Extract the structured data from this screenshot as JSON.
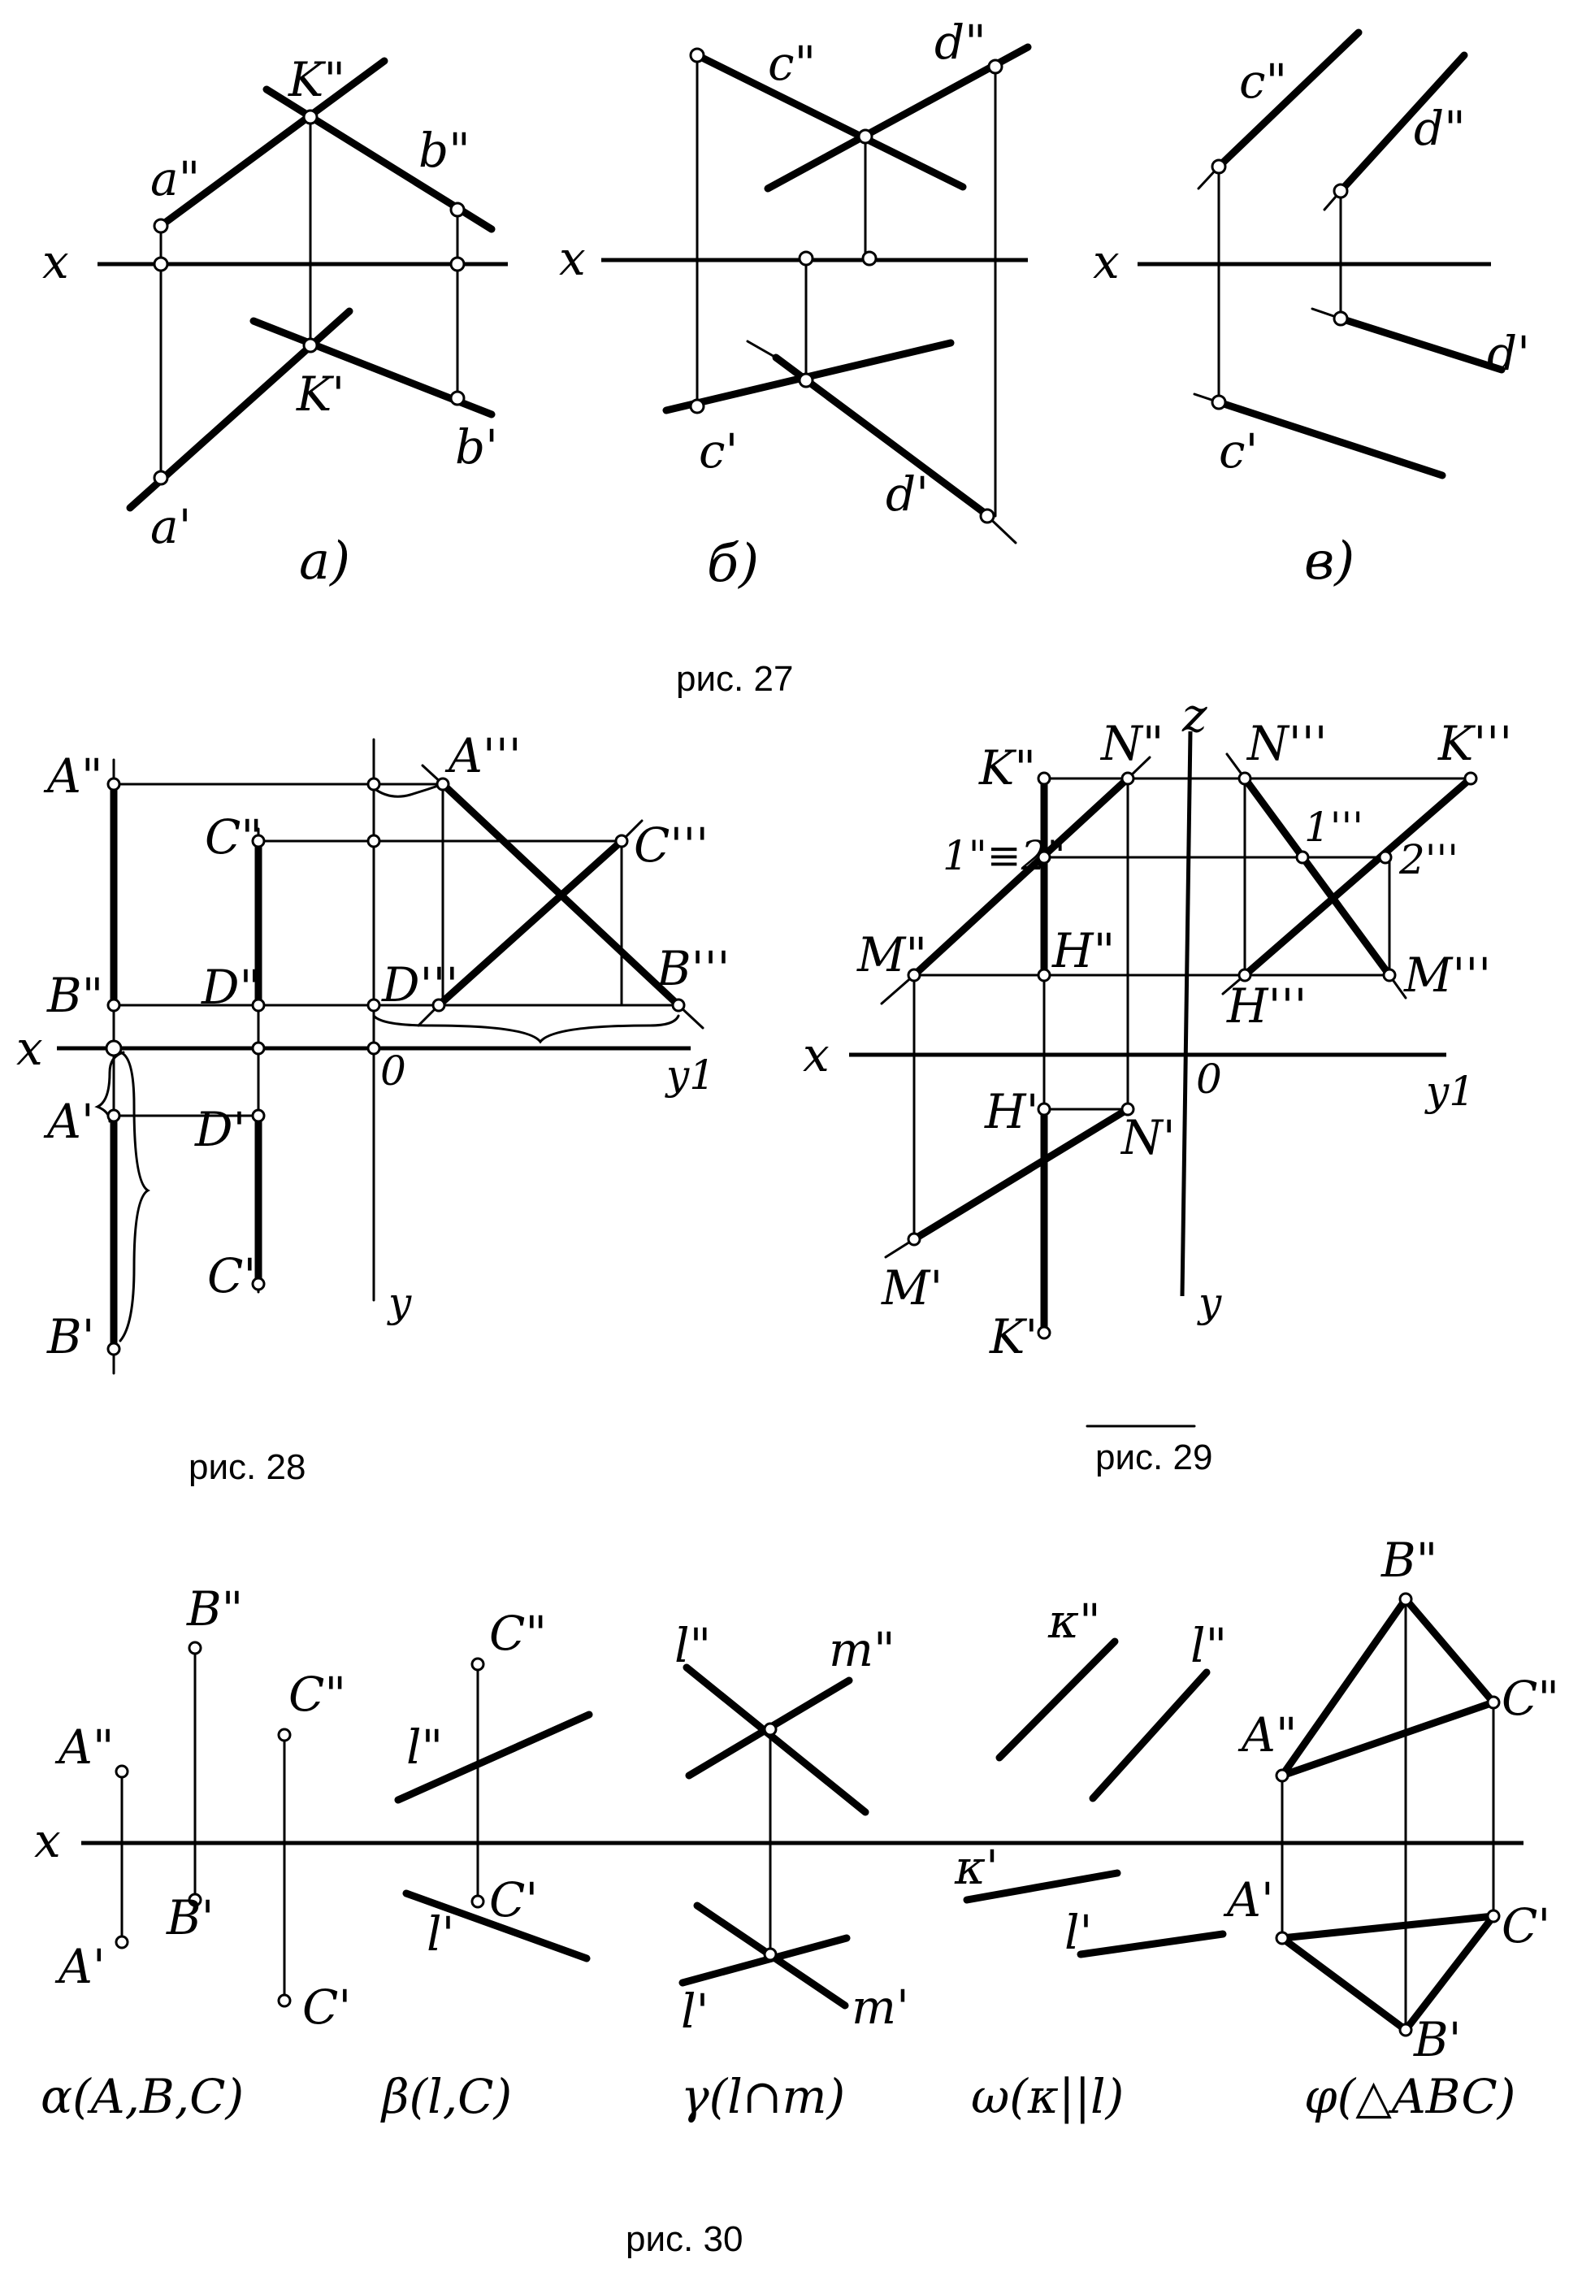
{
  "fig27": {
    "caption": "рис. 27",
    "a": {
      "sub": "а)",
      "x": "x",
      "a2": "a\"",
      "k2": "K\"",
      "b2": "b\"",
      "a1": "a'",
      "k1": "K'",
      "b1": "b'"
    },
    "b": {
      "sub": "б)",
      "x": "x",
      "c2": "c\"",
      "d2": "d\"",
      "c1": "c'",
      "d1": "d'"
    },
    "c": {
      "sub": "в)",
      "x": "x",
      "c2": "c\"",
      "d2": "d\"",
      "c1": "c'",
      "d1": "d'"
    }
  },
  "fig28": {
    "caption": "рис. 28",
    "x": "x",
    "o": "0",
    "y1": "y1",
    "y": "y",
    "A2": "A\"",
    "C2": "C\"",
    "B2": "B\"",
    "D2": "D\"",
    "A3": "A'''",
    "C3": "C'''",
    "D3": "D'''",
    "B3": "B'''",
    "A1": "A'",
    "D1": "D'",
    "C1": "C'",
    "B1": "B'"
  },
  "fig29": {
    "caption": "рис. 29",
    "x": "x",
    "o": "0",
    "y1": "y1",
    "y": "y",
    "z": "z",
    "K2": "K\"",
    "N2": "N\"",
    "p12": "1\"≡2\"",
    "M2": "M\"",
    "H2": "H\"",
    "N3": "N'''",
    "K3": "K'''",
    "p13": "1'''",
    "p23": "2'''",
    "H3": "H'''",
    "M3": "M'''",
    "H1": "H'",
    "N1": "N'",
    "M1": "M'",
    "K1": "K'"
  },
  "fig30": {
    "caption": "рис. 30",
    "x": "x",
    "alpha": {
      "A2": "A\"",
      "B2": "B\"",
      "C2": "C\"",
      "A1": "A'",
      "B1": "B'",
      "C1": "C'",
      "name": "α(A,B,C)"
    },
    "beta": {
      "C2": "C\"",
      "l2": "l\"",
      "C1": "C'",
      "l1": "l'",
      "name": "β(l,C)"
    },
    "gamma": {
      "l2": "l\"",
      "m2": "m\"",
      "l1": "l'",
      "m1": "m'",
      "name": "γ(l∩m)"
    },
    "omega": {
      "k2": "κ\"",
      "l2": "l\"",
      "k1": "κ'",
      "l1": "l'",
      "name": "ω(κ||l)"
    },
    "phi": {
      "B2": "B\"",
      "A2": "A\"",
      "C2": "C\"",
      "A1": "A'",
      "C1": "C'",
      "B1": "B'",
      "name": "φ(△ABC)"
    }
  }
}
